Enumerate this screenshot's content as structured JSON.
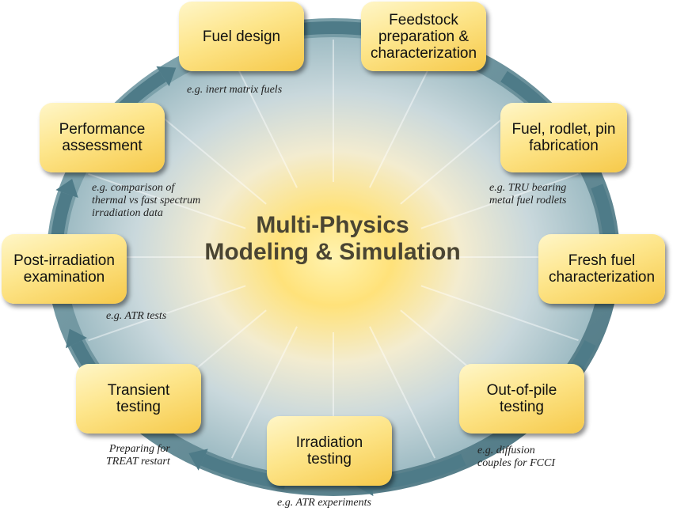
{
  "center": {
    "line1": "Multi-Physics",
    "line2": "Modeling & Simulation"
  },
  "colors": {
    "box_fill": "#fde58a",
    "ring": "#5f8a96",
    "arrow": "#4e7b88",
    "center_glow": "#ffe27a"
  },
  "stages": [
    {
      "label": "Fuel design",
      "example": "e.g. inert matrix fuels"
    },
    {
      "label": "Feedstock\npreparation &\ncharacterization",
      "example": ""
    },
    {
      "label": "Fuel, rodlet, pin\nfabrication",
      "example": "e.g. TRU bearing\nmetal fuel rodlets"
    },
    {
      "label": "Fresh fuel\ncharacterization",
      "example": ""
    },
    {
      "label": "Out-of-pile\ntesting",
      "example": "e.g. diffusion\ncouples for FCCI"
    },
    {
      "label": "Irradiation\ntesting",
      "example": "e.g. ATR experiments"
    },
    {
      "label": "Transient\ntesting",
      "example": "Preparing for\nTREAT restart"
    },
    {
      "label": "Post-irradiation\nexamination",
      "example": "e.g. ATR tests"
    },
    {
      "label": "Performance\nassessment",
      "example": "e.g. comparison of\nthermal vs fast spectrum\nirradiation data"
    }
  ]
}
